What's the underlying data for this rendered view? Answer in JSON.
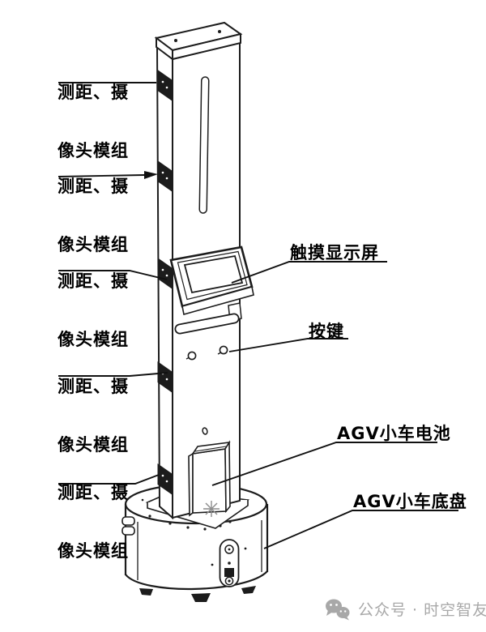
{
  "annotations": {
    "camera_modules": [
      {
        "line1": "测距、摄",
        "line2": "像头模组"
      },
      {
        "line1": "测距、摄",
        "line2": "像头模组"
      },
      {
        "line1": "测距、摄",
        "line2": "像头模组"
      },
      {
        "line1": "测距、摄",
        "line2": "像头模组"
      },
      {
        "line1": "测距、摄",
        "line2": "像头模组"
      }
    ],
    "touch_screen_label": "触摸显示屏",
    "button_label": "按键",
    "battery_label": "AGV小车电池",
    "chassis_label": "AGV小车底盘"
  },
  "watermark": {
    "icon": "wechat-icon",
    "text": "公众号 · 时空智友"
  },
  "colors": {
    "line": "#1c1c1c",
    "label_text": "#000000",
    "watermark": "#a8a8a8",
    "background": "#ffffff",
    "star_mark": "#8c8c8c"
  }
}
